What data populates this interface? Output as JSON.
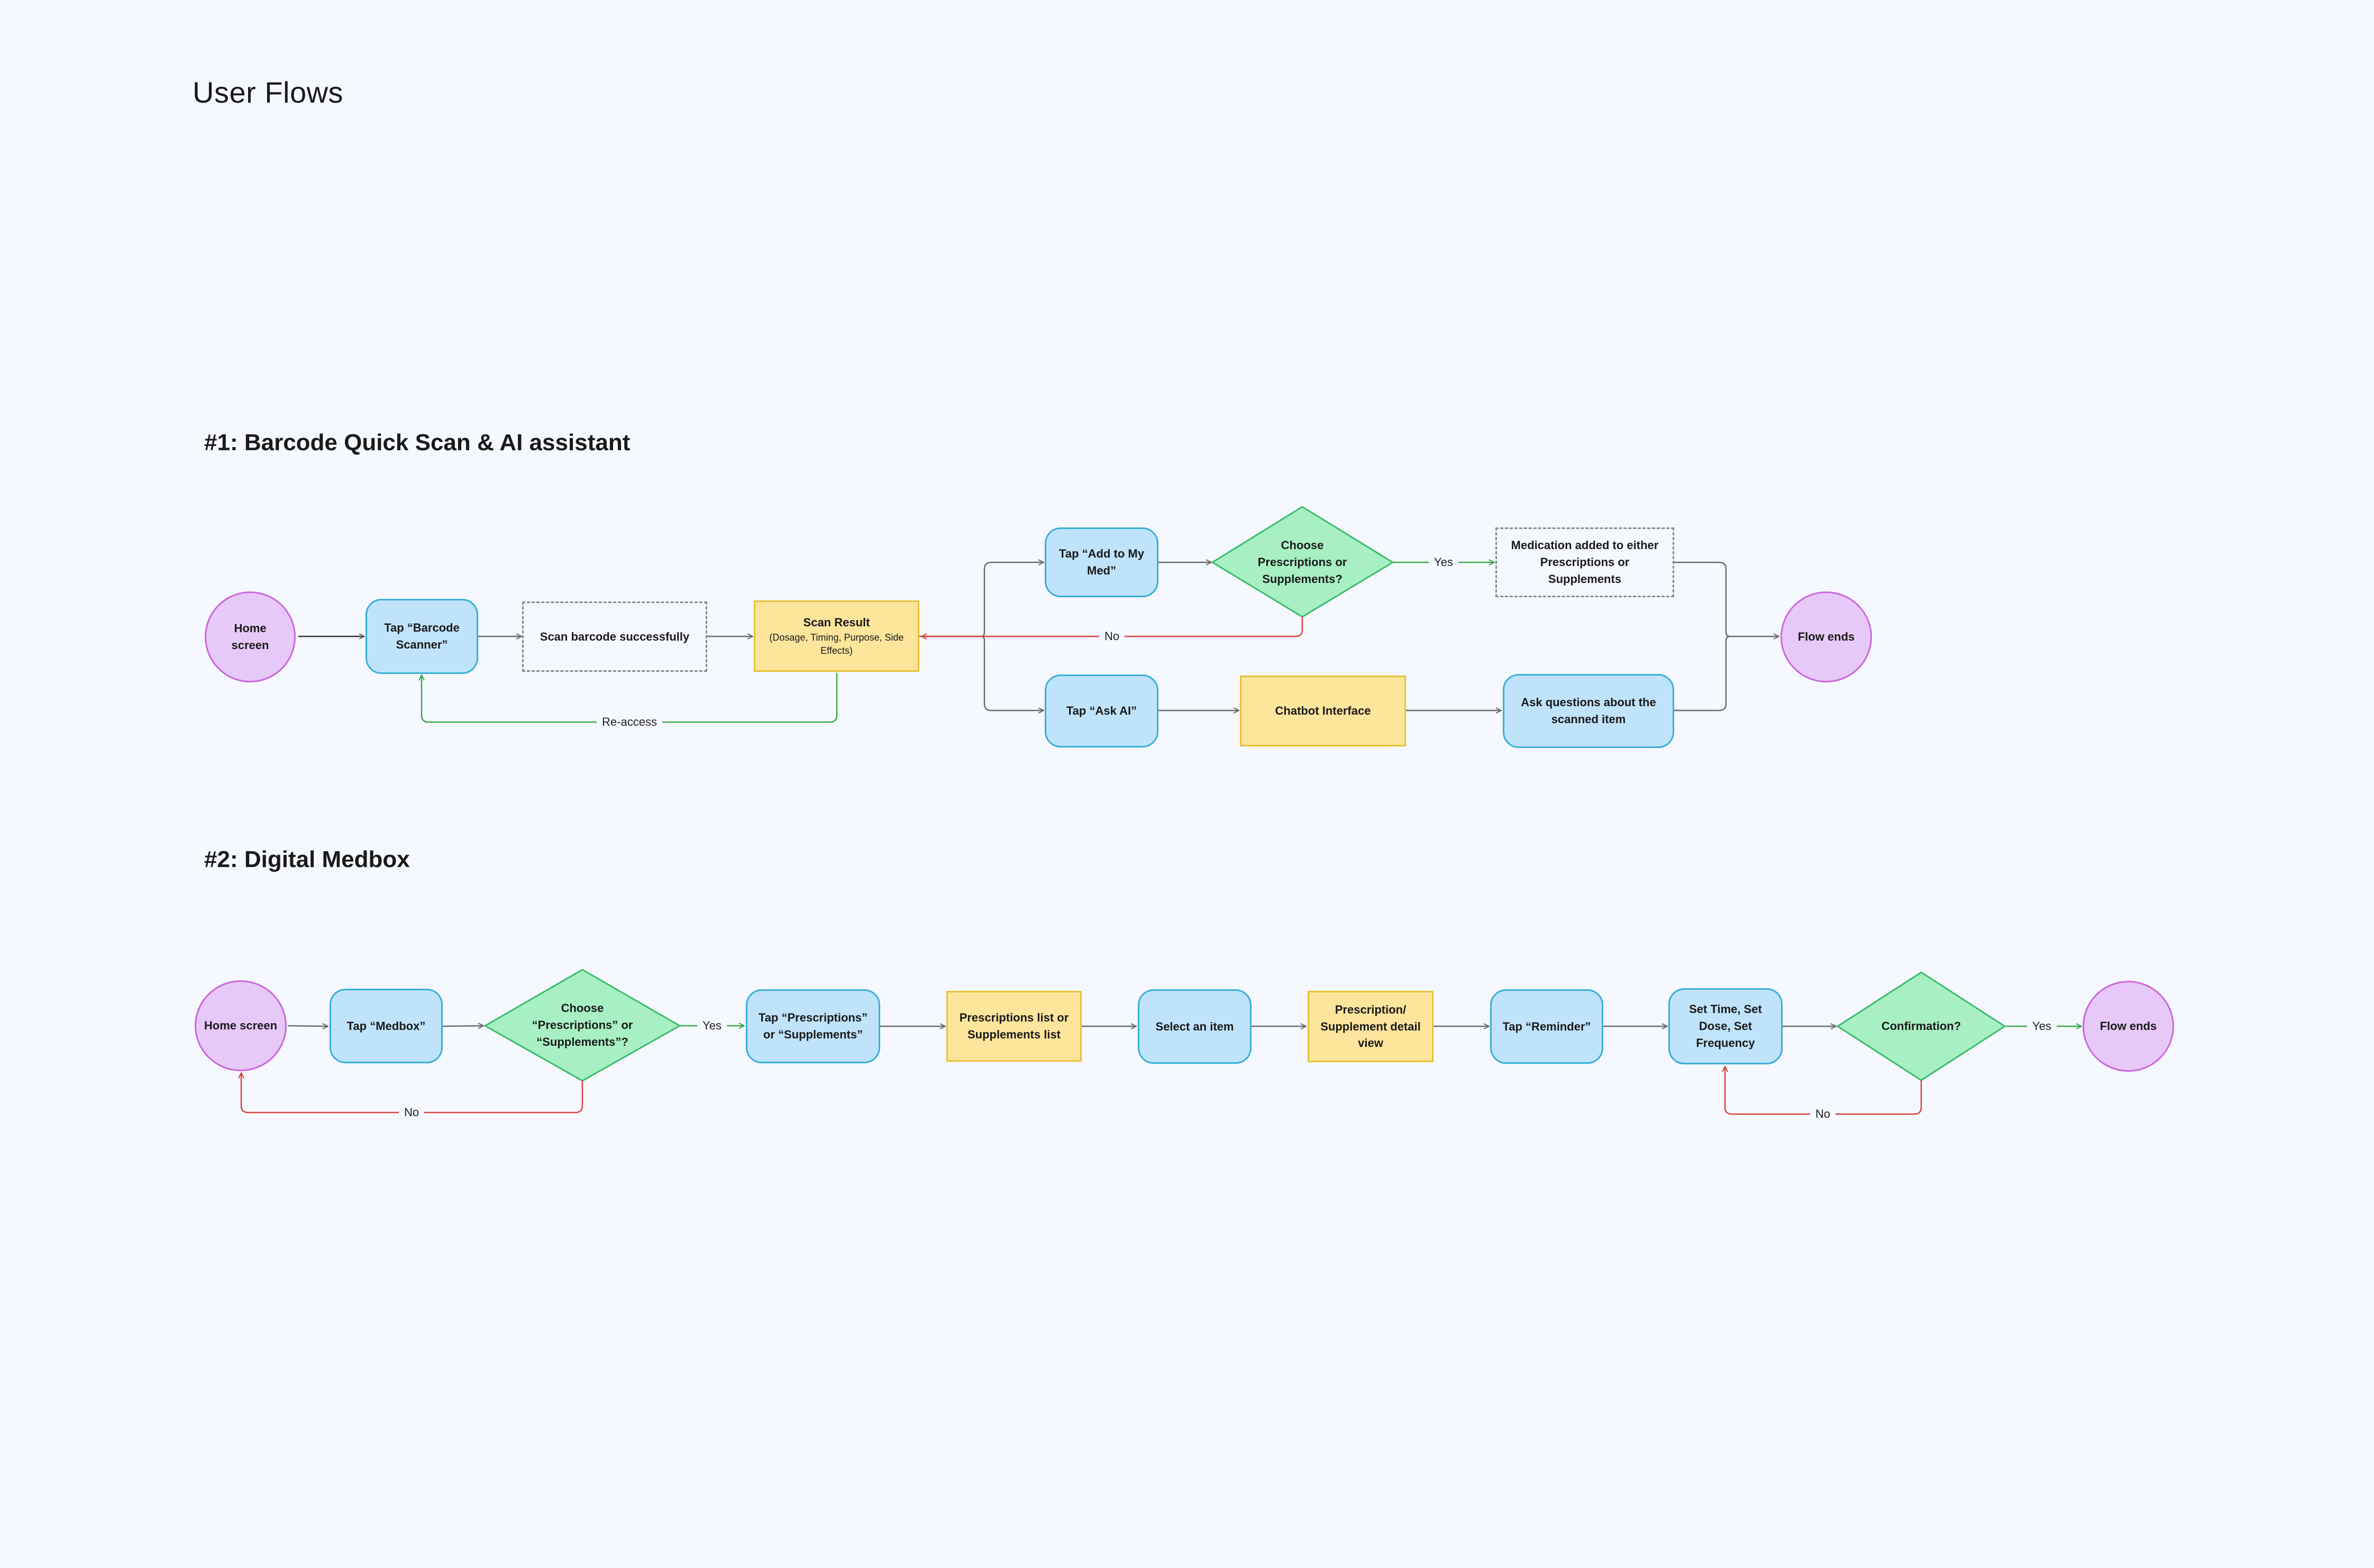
{
  "page_title": "User Flows",
  "flow1": {
    "title": "#1: Barcode Quick Scan & AI assistant",
    "home": "Home screen",
    "tap_scanner": "Tap “Barcode Scanner”",
    "scan_success": "Scan barcode successfully",
    "scan_result_title": "Scan Result",
    "scan_result_sub": "(Dosage, Timing, Purpose, Side Effects)",
    "tap_add": "Tap “Add to My Med”",
    "choose": "Choose Prescriptions or Supplements?",
    "added": "Medication added to either Prescriptions or Supplements",
    "tap_ask": "Tap “Ask AI”",
    "chatbot": "Chatbot Interface",
    "ask_questions": "Ask questions about the scanned item",
    "flow_ends": "Flow ends",
    "label_yes": "Yes",
    "label_no": "No",
    "label_reaccess": "Re-access"
  },
  "flow2": {
    "title": "#2: Digital Medbox",
    "home": "Home screen",
    "tap_medbox": "Tap “Medbox”",
    "choose": "Choose “Prescriptions” or “Supplements”?",
    "tap_prescriptions": "Tap “Prescriptions” or “Supplements”",
    "list": "Prescriptions list or Supplements list",
    "select_item": "Select an item",
    "detail_view": "Prescription/ Supplement detail view",
    "tap_reminder": "Tap “Reminder”",
    "set_time": "Set Time, Set Dose, Set Frequency",
    "confirmation": "Confirmation?",
    "flow_ends": "Flow ends",
    "label_yes": "Yes",
    "label_yes2": "Yes",
    "label_no": "No",
    "label_no2": "No"
  },
  "colors": {
    "circle_fill": "#e6c9f9",
    "circle_border": "#cc66dd",
    "action_fill": "#bfe3fb",
    "action_border": "#3aaed8",
    "screen_fill": "#fde59c",
    "screen_border": "#e7c238",
    "decision_fill": "#a8f0c4",
    "decision_border": "#3cbd6d",
    "edge_default": "#6b6b6b",
    "edge_yes": "#3aa84a",
    "edge_no": "#d9423c"
  }
}
